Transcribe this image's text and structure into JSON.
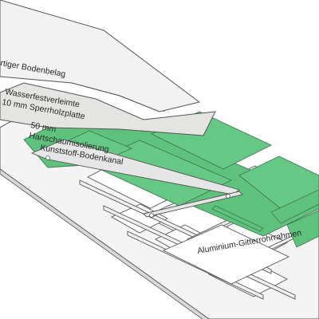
{
  "diagram": {
    "labels": {
      "bodenbelag": "rtiger Bodenbelag",
      "sperrholz_line1": "Wasserfestverleimte",
      "sperrholz_line2": "10 mm Sperrholzplatte",
      "hartschaum_line1": "50 mm",
      "hartschaum_line2": "Hartschaumisolierung",
      "bodenkanal": "Kunststoff-Bodenkanal",
      "rahmen": "Aluminium-Gitterrohrrahmen"
    },
    "colors": {
      "floor_covering": "#f2f2f2",
      "plywood": "#e4e4e2",
      "foam_insulation": "#5ec27c",
      "foam_dark": "#3f9a5c",
      "frame": "#f6f6f6",
      "outline": "#555555",
      "text": "#2a2a2a"
    }
  }
}
